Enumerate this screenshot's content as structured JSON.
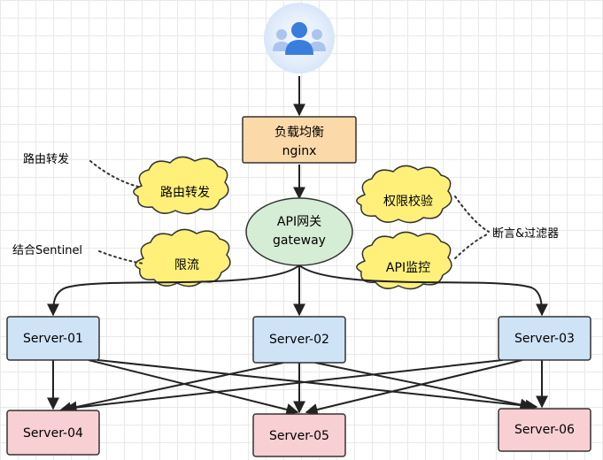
{
  "nodes": {
    "lb_line1": "负载均衡",
    "lb_line2": "nginx",
    "gw_line1": "API网关",
    "gw_line2": "gateway",
    "servers": [
      "Server-01",
      "Server-02",
      "Server-03",
      "Server-04",
      "Server-05",
      "Server-06"
    ]
  },
  "clouds": {
    "route": "路由转发",
    "limit": "限流",
    "auth": "权限校验",
    "monitor": "API监控"
  },
  "annotations": {
    "route": "路由转发",
    "sentinel": "结合Sentinel",
    "filter": "断言&过滤器"
  },
  "colors": {
    "user_circle": "#e6f0fb",
    "user_icon": "#3b7ddd",
    "lb_fill": "#fbd9a9",
    "gw_fill": "#d5ecd5",
    "cloud_fill": "#fff07a",
    "server_top_fill": "#cfe3f7",
    "server_bottom_fill": "#f8cfd3",
    "stroke": "#333333"
  },
  "icons": {
    "user": "users-group-icon"
  }
}
